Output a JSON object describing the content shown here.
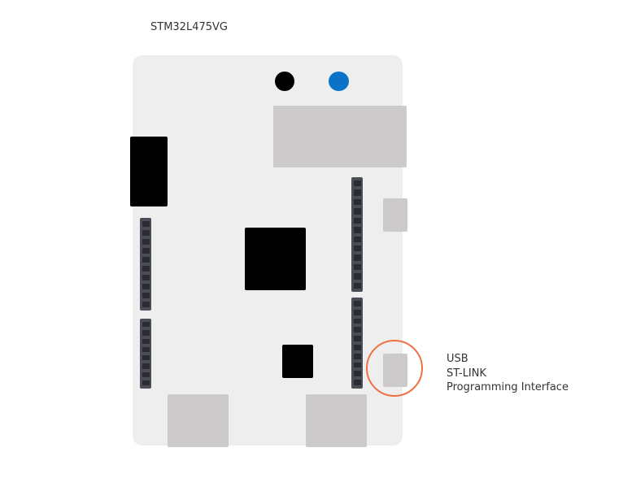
{
  "board_name": "STM32L475VG",
  "callout": {
    "line1": "USB",
    "line2": "ST-LINK",
    "line3": "Programming Interface"
  },
  "colors": {
    "board": "#eeeeee",
    "component_grey": "#cccacb",
    "chip_black": "#000000",
    "user_button": "#0a73c7",
    "highlight_ring": "#ef6f43",
    "header_body": "#4a4d55"
  }
}
